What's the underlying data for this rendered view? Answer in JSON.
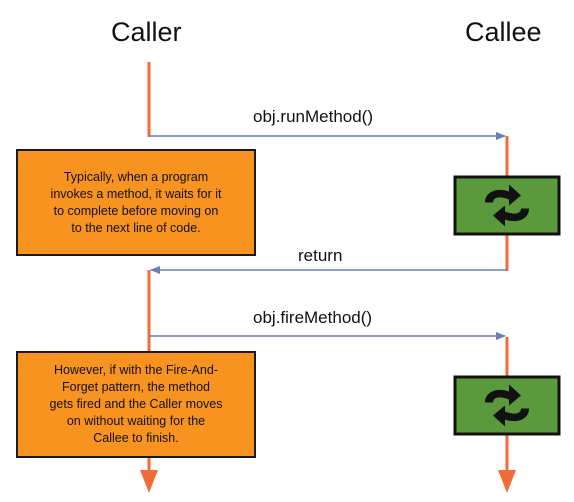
{
  "actors": {
    "caller": "Caller",
    "callee": "Callee"
  },
  "messages": {
    "run_method": "obj.runMethod()",
    "return": "return",
    "fire_method": "obj.fireMethod()"
  },
  "notes": {
    "sync": [
      "Typically, when a program",
      "invokes a method, it waits for it",
      "to complete before moving on",
      "to the next line of code."
    ],
    "fire_and_forget": [
      "However, if with the Fire-And-",
      "Forget pattern, the method",
      "gets fired and the Caller moves",
      "on without waiting for the",
      "Callee to finish."
    ]
  },
  "icons": {
    "processing": "circular-arrows-icon"
  },
  "colors": {
    "lifeline": "#f26b3a",
    "message_arrow": "#6a7fb5",
    "note_fill": "#f7931e",
    "process_fill": "#5a9a3c",
    "process_arrows": "#111111"
  }
}
